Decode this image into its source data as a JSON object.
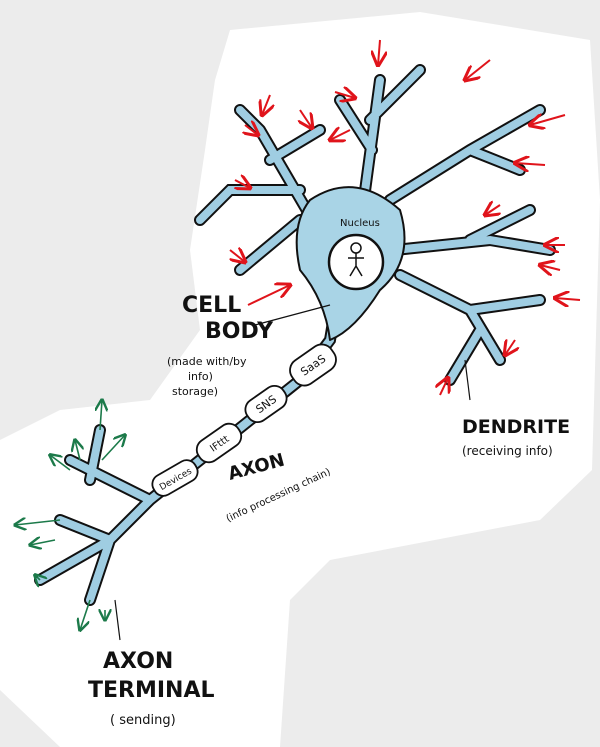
{
  "labels": {
    "nucleus": "Nucleus",
    "cell_body_line1": "CELL",
    "cell_body_line2": "BODY",
    "cell_body_note1": "(made with/by",
    "cell_body_note2": "info)",
    "cell_body_note3": "storage)",
    "segments": [
      "SaaS",
      "SNS",
      "IFttt",
      "Devices"
    ],
    "axon": "AXON",
    "axon_note": "(info processing chain)",
    "dendrite": "DENDRITE",
    "dendrite_note": "(receiving info)",
    "terminal_line1": "AXON",
    "terminal_line2": "TERMINAL",
    "terminal_note": "( sending)"
  },
  "colors": {
    "paper": "#ffffff",
    "background": "#ececec",
    "cell": "#a9d4e6",
    "input_arrows": "#e0141b",
    "output_arrows": "#1c7a4a"
  }
}
